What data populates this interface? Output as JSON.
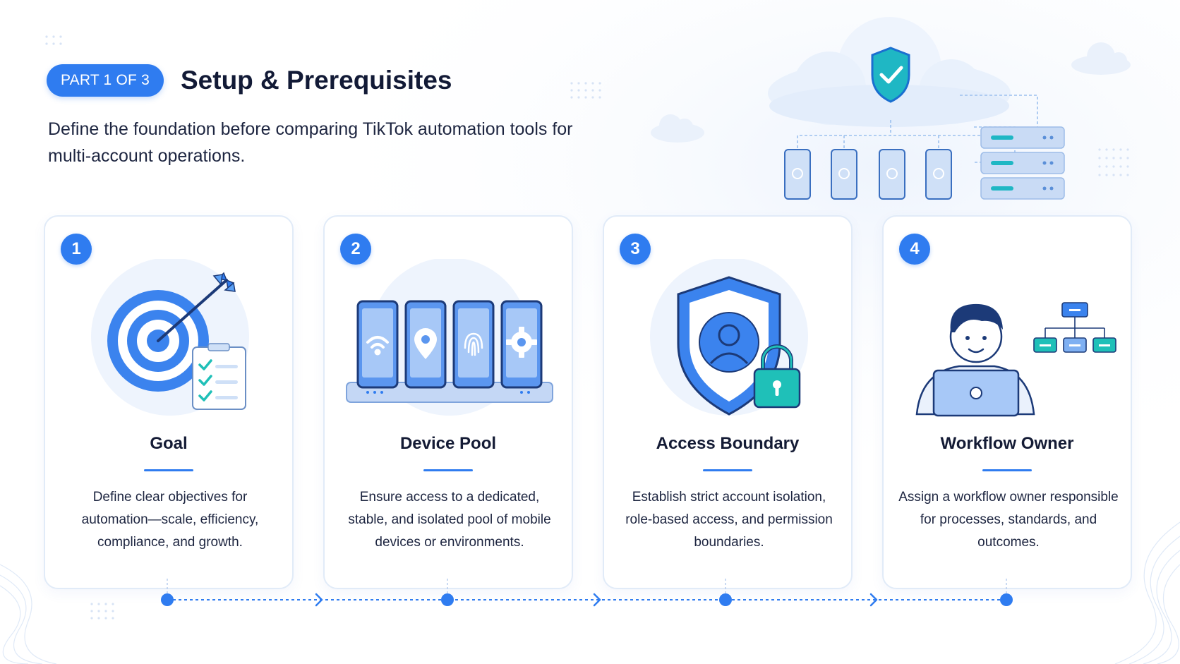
{
  "header": {
    "badge": "PART 1 OF 3",
    "title": "Setup & Prerequisites",
    "subtitle": "Define the foundation before comparing TikTok automation tools for multi-account operations."
  },
  "cards": [
    {
      "number": "1",
      "title": "Goal",
      "description": "Define clear objectives for automation—scale, efficiency, compliance, and growth.",
      "icon": "target-icon"
    },
    {
      "number": "2",
      "title": "Device Pool",
      "description": "Ensure access to a dedicated, stable, and isolated pool of mobile devices or environments.",
      "icon": "phones-icon"
    },
    {
      "number": "3",
      "title": "Access Boundary",
      "description": "Establish strict account isolation, role-based access, and permission boundaries.",
      "icon": "shield-lock-icon"
    },
    {
      "number": "4",
      "title": "Workflow Owner",
      "description": "Assign a workflow owner responsible for processes, standards, and outcomes.",
      "icon": "owner-icon"
    }
  ],
  "colors": {
    "accent": "#2f7cf0",
    "teal": "#1fc0b8",
    "light": "#e8f1fd",
    "text": "#121a36"
  }
}
